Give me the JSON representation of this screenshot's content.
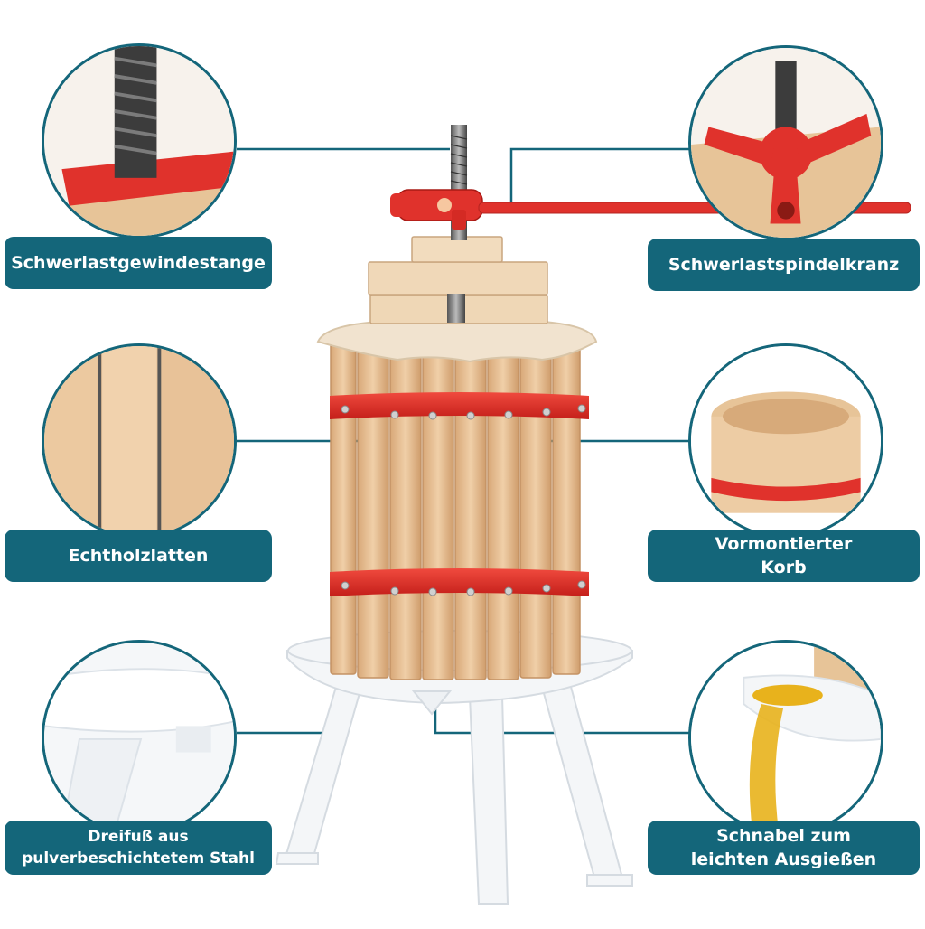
{
  "labels": {
    "thread_rod": "Schwerlastgewindestange",
    "spindle_crown": "Schwerlastspindelkranz",
    "wood_slats": "Echtholzlatten",
    "basket_line1": "Vormontierter",
    "basket_line2": "Korb",
    "tripod_line1": "Dreifuß aus",
    "tripod_line2": "pulverbeschichtetem Stahl",
    "spout_line1": "Schnabel zum",
    "spout_line2": "leichten Ausgießen"
  },
  "colors": {
    "label_bg": "#14667a",
    "callout_line": "#14667a",
    "wood": "#e9c49a",
    "steel_red": "#e0322c",
    "white_stand": "#f4f6f8",
    "juice": "#e8b21c"
  },
  "icons": {
    "product": "fruit-press-illustration"
  }
}
